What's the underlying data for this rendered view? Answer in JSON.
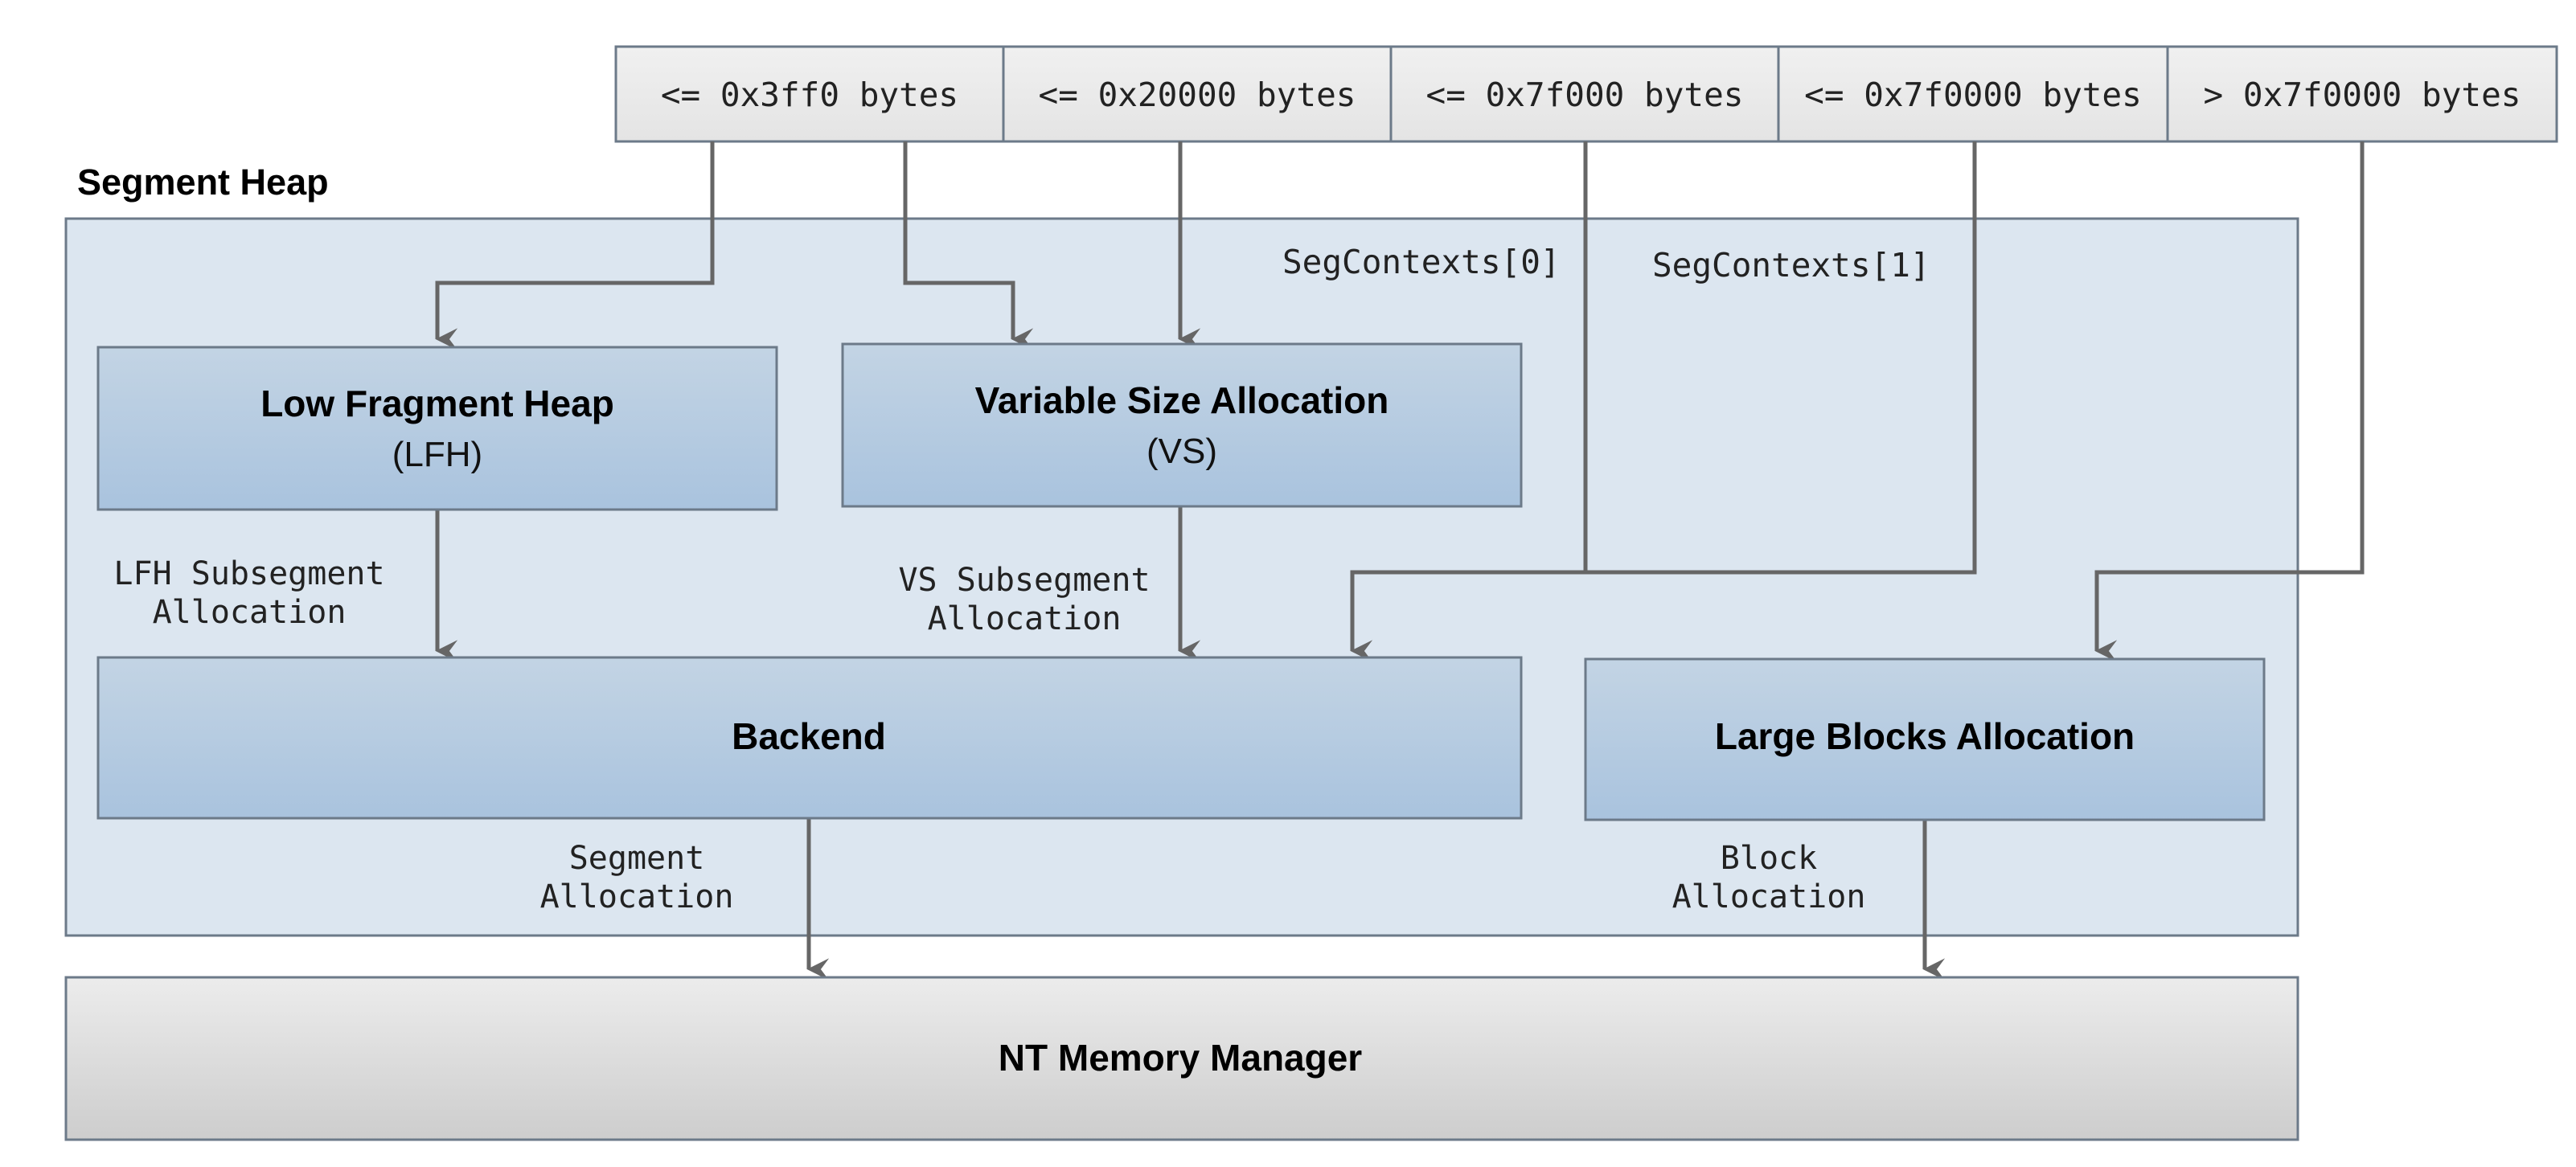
{
  "size_classes": [
    {
      "label": "<= 0x3ff0 bytes"
    },
    {
      "label": "<= 0x20000 bytes"
    },
    {
      "label": "<= 0x7f000 bytes"
    },
    {
      "label": "<= 0x7f0000 bytes"
    },
    {
      "label": "> 0x7f0000 bytes"
    }
  ],
  "segment_heap": {
    "title": "Segment Heap",
    "seg_contexts": [
      "SegContexts[0]",
      "SegContexts[1]"
    ]
  },
  "boxes": {
    "lfh": {
      "title": "Low Fragment Heap",
      "subtitle": "(LFH)"
    },
    "vs": {
      "title": "Variable Size Allocation",
      "subtitle": "(VS)"
    },
    "backend": {
      "title": "Backend"
    },
    "large_blocks": {
      "title": "Large Blocks Allocation"
    },
    "nt_memory_manager": {
      "title": "NT Memory Manager"
    }
  },
  "edge_labels": {
    "lfh_subsegment": [
      "LFH Subsegment",
      "Allocation"
    ],
    "vs_subsegment": [
      "VS Subsegment",
      "Allocation"
    ],
    "segment": [
      "Segment",
      "Allocation"
    ],
    "block": [
      "Block",
      "Allocation"
    ]
  },
  "colors": {
    "size_cell_fill": "#eaeaea",
    "heap_fill": "#dbe6f0",
    "box_fill_top": "#c2d3e3",
    "box_fill_bottom": "#a8c2de",
    "nt_fill_top": "#eeeeee",
    "nt_fill_bottom": "#cfcfcf",
    "connector": "#666666",
    "border": "#6c7a89"
  }
}
